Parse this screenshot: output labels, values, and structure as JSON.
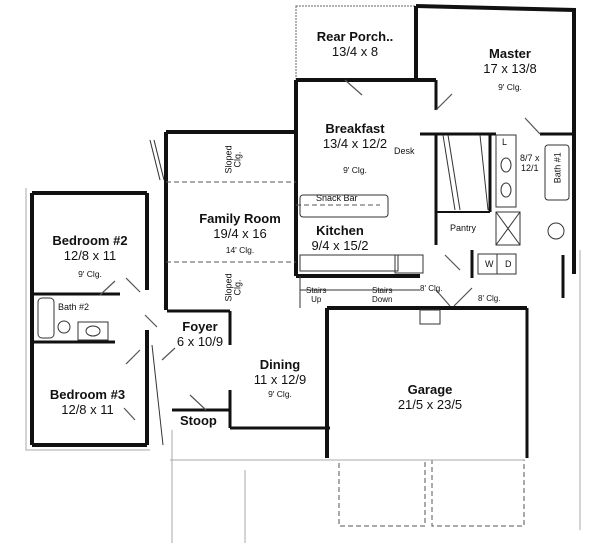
{
  "plan": {
    "rooms": {
      "rear_porch": {
        "name": "Rear Porch..",
        "dim": "13/4 x 8"
      },
      "master": {
        "name": "Master",
        "dim": "17 x 13/8",
        "clg": "9' Clg."
      },
      "breakfast": {
        "name": "Breakfast",
        "dim": "13/4 x 12/2",
        "clg": "9' Clg."
      },
      "desk": {
        "name": "Desk"
      },
      "master_bath": {
        "dim1": "8/7 x",
        "dim2": "12/1",
        "tub": "Bath #1",
        "linen": "L"
      },
      "family_room": {
        "name": "Family Room",
        "dim": "19/4 x 16",
        "clg": "14' Clg."
      },
      "snack_bar": {
        "name": "Snack Bar"
      },
      "kitchen": {
        "name": "Kitchen",
        "dim": "9/4 x 15/2"
      },
      "pantry": {
        "name": "Pantry"
      },
      "laundry": {
        "washer": "W",
        "dryer": "D"
      },
      "bedroom2": {
        "name": "Bedroom #2",
        "dim": "12/8 x 11",
        "clg": "9' Clg."
      },
      "bath2": {
        "name": "Bath #2"
      },
      "stairs_up": {
        "line1": "Stairs",
        "line2": "Up"
      },
      "stairs_down": {
        "line1": "Stairs",
        "line2": "Down"
      },
      "hall_clg": {
        "clg1": "8' Clg.",
        "clg2": "8' Clg."
      },
      "foyer": {
        "name": "Foyer",
        "dim": "6 x 10/9"
      },
      "dining": {
        "name": "Dining",
        "dim": "11 x 12/9",
        "clg": "9' Clg."
      },
      "bedroom3": {
        "name": "Bedroom #3",
        "dim": "12/8 x 11"
      },
      "stoop": {
        "name": "Stoop"
      },
      "garage": {
        "name": "Garage",
        "dim": "21/5 x 23/5"
      }
    },
    "sloped_top": {
      "line1": "Sloped",
      "line2": "Clg."
    },
    "sloped_bottom": {
      "line1": "Sloped",
      "line2": "Clg."
    },
    "colors": {
      "wall": "#111111",
      "line": "#555555",
      "hatch": "#999999",
      "background": "#ffffff"
    }
  }
}
